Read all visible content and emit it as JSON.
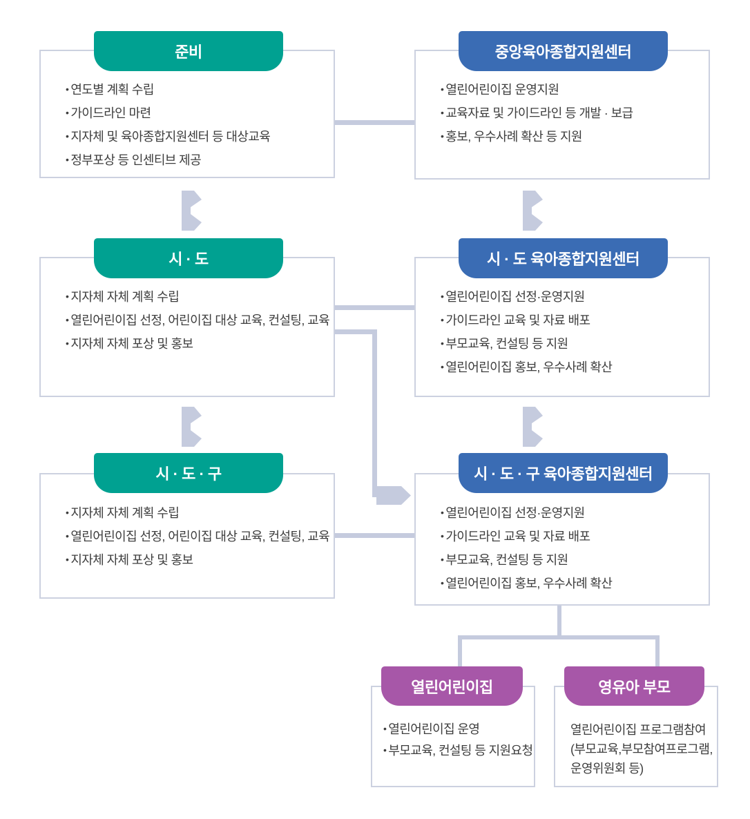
{
  "diagram": {
    "left": [
      {
        "title": "준비",
        "items": [
          "연도별 계획 수립",
          "가이드라인 마련",
          "지자체 및 육아종합지원센터 등 대상교육",
          "정부포상 등 인센티브 제공"
        ]
      },
      {
        "title": "시 · 도",
        "items": [
          "지자체 자체 계획 수립",
          "열린어린이집 선정, 어린이집 대상 교육, 컨설팅, 교육",
          "지자체 자체 포상 및 홍보"
        ]
      },
      {
        "title": "시 · 도 · 구",
        "items": [
          "지자체 자체 계획 수립",
          "열린어린이집 선정, 어린이집 대상 교육, 컨설팅, 교육",
          "지자체 자체 포상 및 홍보"
        ]
      }
    ],
    "right": [
      {
        "title": "중앙육아종합지원센터",
        "items": [
          "열린어린이집 운영지원",
          "교육자료 및 가이드라인 등 개발 · 보급",
          "홍보, 우수사례 확산 등 지원"
        ]
      },
      {
        "title": "시 · 도 육아종합지원센터",
        "items": [
          "열린어린이집 선정·운영지원",
          "가이드라인 교육 및 자료 배포",
          "부모교육, 컨설팅 등 지원",
          "열린어린이집 홍보, 우수사례 확산"
        ]
      },
      {
        "title": "시 · 도 · 구 육아종합지원센터",
        "items": [
          "열린어린이집 선정·운영지원",
          "가이드라인 교육 및 자료 배포",
          "부모교육, 컨설팅 등 지원",
          "열린어린이집 홍보, 우수사례 확산"
        ]
      }
    ],
    "bottom": [
      {
        "title": "열린어린이집",
        "items": [
          "열린어린이집 운영",
          "부모교육, 컨설팅 등 지원요청"
        ]
      },
      {
        "title": "영유아 부모",
        "lines": [
          "열린어린이집 프로그램참여",
          "(부모교육,부모참여프로그램,",
          "운영위원회 등)"
        ]
      }
    ],
    "colors": {
      "teal": "#00a191",
      "blue": "#3a6cb4",
      "purple": "#a757a8",
      "connector": "#c5cbde",
      "box_border": "#ccd1e0",
      "body_text": "#3d3d3d"
    }
  }
}
